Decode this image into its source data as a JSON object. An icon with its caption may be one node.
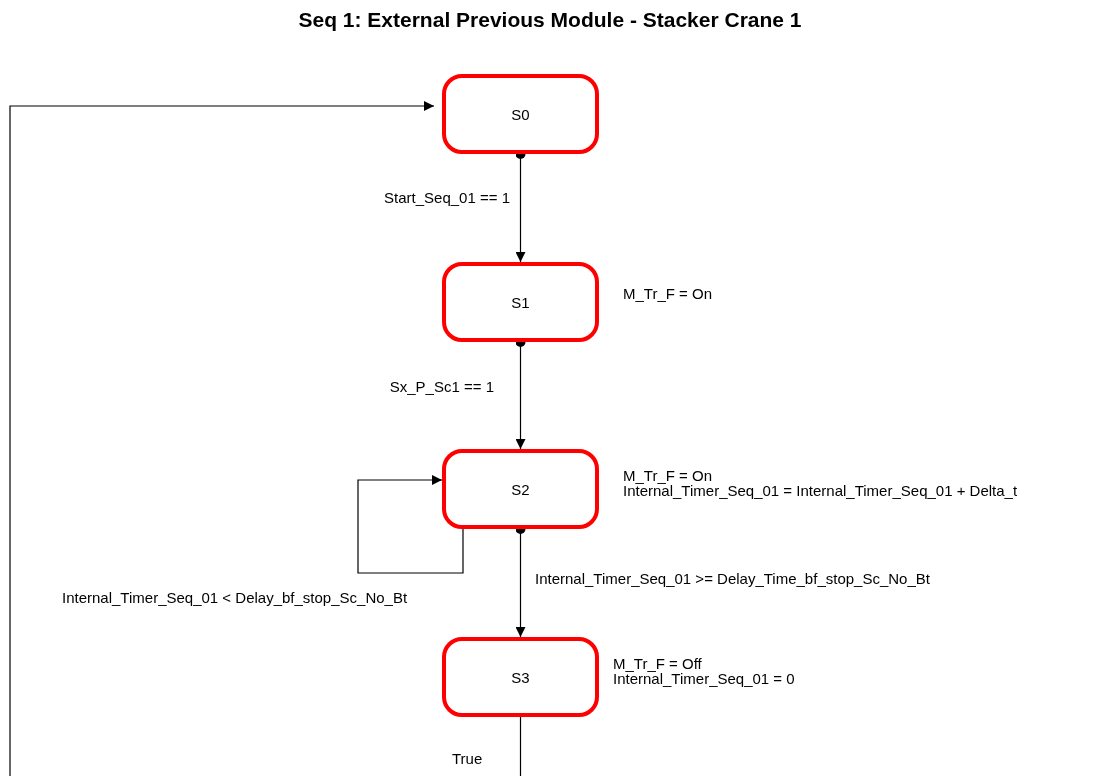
{
  "diagram": {
    "title": "Seq 1: External Previous Module - Stacker Crane 1",
    "nodes": [
      {
        "text": [
          "S0"
        ]
      },
      {
        "text": [
          "S1"
        ],
        "beside": [
          "M_Tr_F = On"
        ]
      },
      {
        "text": [
          "S2"
        ],
        "beside": [
          "M_Tr_F = On",
          "Internal_Timer_Seq_01 = Internal_Timer_Seq_01 + Delta_t"
        ]
      },
      {
        "text": [
          "S3"
        ],
        "beside": [
          "M_Tr_F = Off",
          "Internal_Timer_Seq_01 = 0"
        ]
      }
    ],
    "edges": [
      {
        "from": 0,
        "to": 1,
        "arrow": "to",
        "label": "Start_Seq_01 == 1"
      },
      {
        "from": 1,
        "to": 2,
        "arrow": "to",
        "label": "Sx_P_Sc1 == 1"
      },
      {
        "from": 2,
        "to": 2,
        "arrow": "to",
        "label": "Internal_Timer_Seq_01 < Delay_bf_stop_Sc_No_Bt"
      },
      {
        "from": 2,
        "to": 3,
        "arrow": "to",
        "label": "Internal_Timer_Seq_01 >= Delay_Time_bf_stop_Sc_No_Bt"
      },
      {
        "from": 3,
        "to": 0,
        "arrow": "to",
        "label": "True"
      }
    ]
  }
}
